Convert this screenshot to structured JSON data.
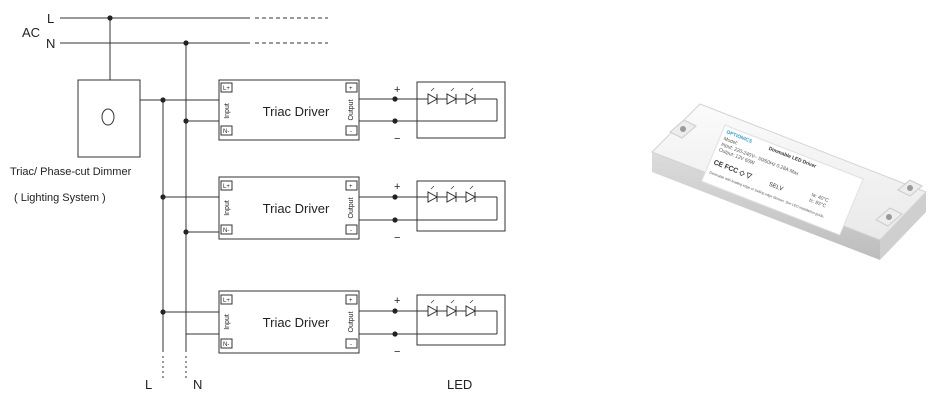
{
  "supply": {
    "ac_label": "AC",
    "line_label": "L",
    "neutral_label": "N"
  },
  "dimmer": {
    "name": "Triac/ Phase-cut Dimmer",
    "system": "( Lighting System )"
  },
  "drivers": [
    {
      "title": "Triac Driver",
      "input_label": "Input",
      "output_label": "Output",
      "in_l": "L+",
      "in_n": "N-",
      "out_plus": "+",
      "out_minus": "-"
    },
    {
      "title": "Triac Driver",
      "input_label": "Input",
      "output_label": "Output",
      "in_l": "L+",
      "in_n": "N-",
      "out_plus": "+",
      "out_minus": "-"
    },
    {
      "title": "Triac Driver",
      "input_label": "Input",
      "output_label": "Output",
      "in_l": "L+",
      "in_n": "N-",
      "out_plus": "+",
      "out_minus": "-"
    }
  ],
  "polarity": {
    "plus": "+",
    "minus": "−"
  },
  "bottom": {
    "line_label": "L",
    "neutral_label": "N",
    "led_label": "LED"
  },
  "product": {
    "brand": "OPTIONICS",
    "model_title": "Dimmable LED Driver",
    "model_line": "Model:",
    "input_line": "Input: 220-240V~ 50/60Hz 0.28A Max",
    "output_line": "Output: 12V 60W",
    "ta_line": "ta: 40°C",
    "tc_line": "tc: 85°C",
    "cert": "SELV",
    "note": "Dimmable with leading edge or trailing edge dimmer. See LED installation guide."
  }
}
